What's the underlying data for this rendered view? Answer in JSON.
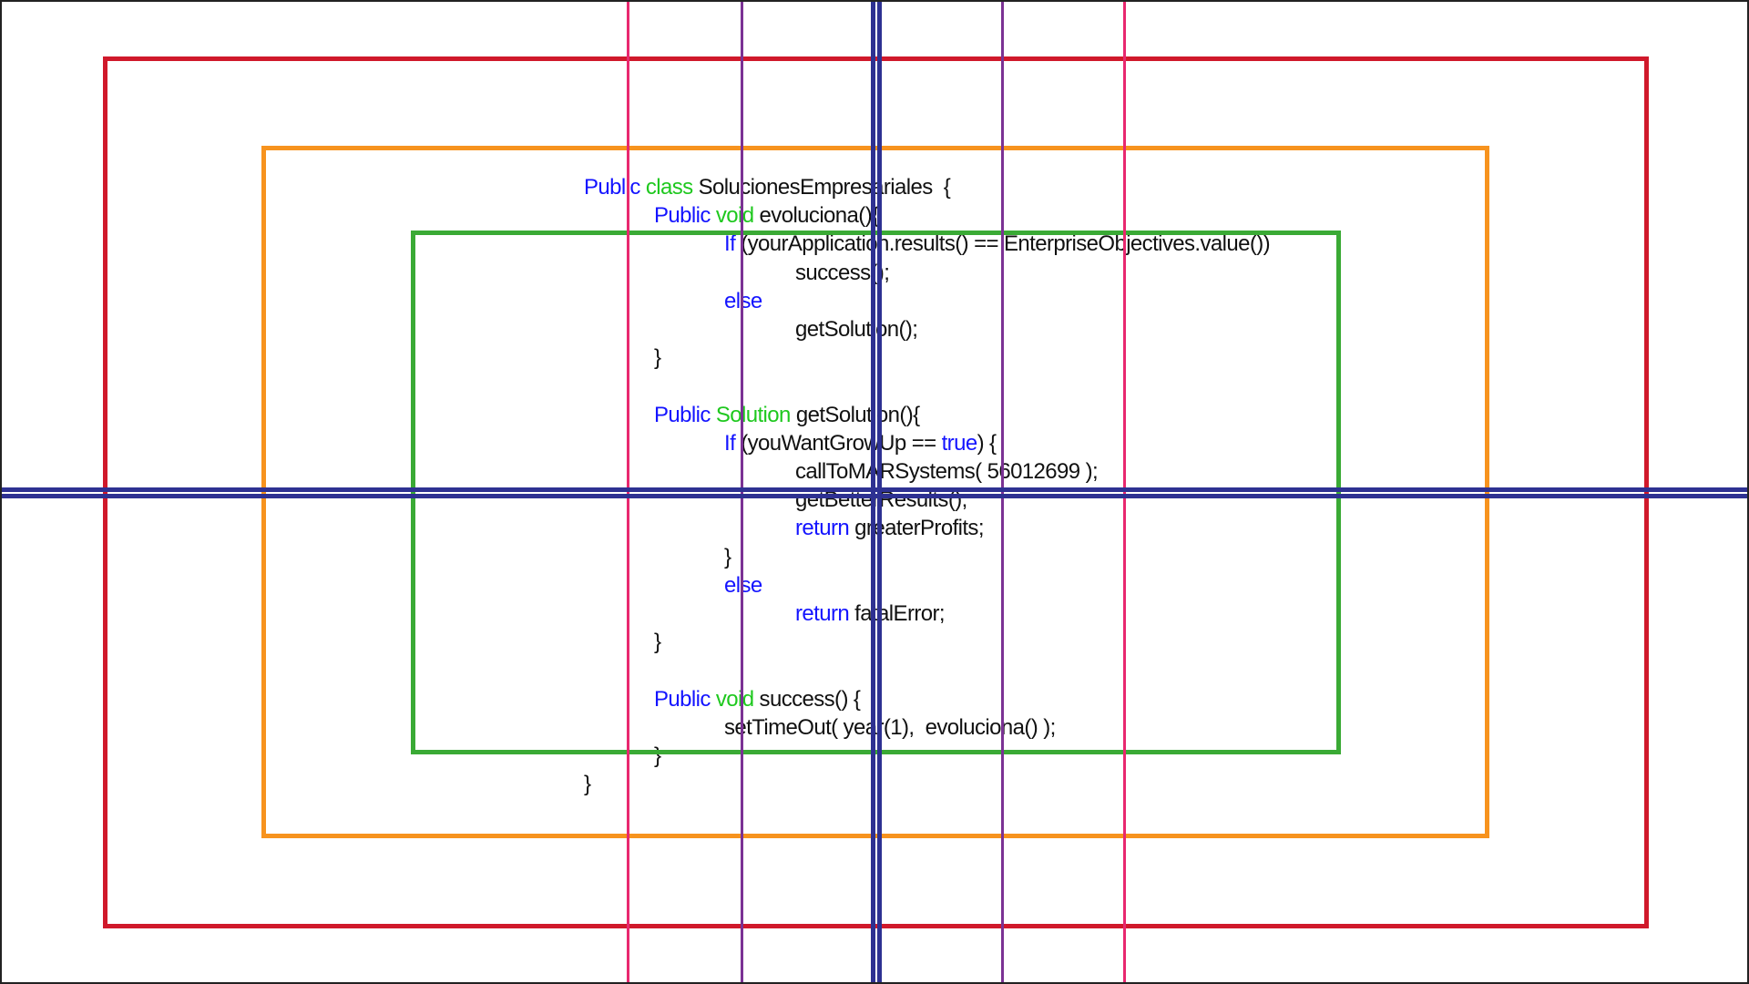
{
  "colors": {
    "keyword_blue": "#1414ff",
    "type_green": "#1ec81e",
    "text": "#111111",
    "outer_frame": "#d0192b",
    "middle_frame": "#f7931e",
    "inner_frame": "#3aaa35",
    "pink_guides": "#e8286f",
    "purple_guides": "#7b3294",
    "navy_axes": "#2e3192"
  },
  "code_lines": [
    {
      "indent": 0,
      "segments": [
        {
          "t": "Public",
          "c": "keyword_blue"
        },
        {
          "t": " class",
          "c": "type_green"
        },
        {
          "t": " SolucionesEmpresariales  {",
          "c": "text"
        }
      ]
    },
    {
      "indent": 1,
      "segments": [
        {
          "t": "Public",
          "c": "keyword_blue"
        },
        {
          "t": " void",
          "c": "type_green"
        },
        {
          "t": " evoluciona(){",
          "c": "text"
        }
      ]
    },
    {
      "indent": 2,
      "segments": [
        {
          "t": "If",
          "c": "keyword_blue"
        },
        {
          "t": " (yourApplication.results() == EnterpriseObjectives.value())",
          "c": "text"
        }
      ]
    },
    {
      "indent": 3,
      "segments": [
        {
          "t": "success();",
          "c": "text"
        }
      ]
    },
    {
      "indent": 2,
      "segments": [
        {
          "t": "else",
          "c": "keyword_blue"
        }
      ]
    },
    {
      "indent": 3,
      "segments": [
        {
          "t": "getSolution();",
          "c": "text"
        }
      ]
    },
    {
      "indent": 1,
      "segments": [
        {
          "t": "}",
          "c": "text"
        }
      ]
    },
    {
      "indent": 0,
      "segments": []
    },
    {
      "indent": 1,
      "segments": [
        {
          "t": "Public",
          "c": "keyword_blue"
        },
        {
          "t": " Solution",
          "c": "type_green"
        },
        {
          "t": " getSolution(){",
          "c": "text"
        }
      ]
    },
    {
      "indent": 2,
      "segments": [
        {
          "t": "If",
          "c": "keyword_blue"
        },
        {
          "t": " (youWantGrowUp == ",
          "c": "text"
        },
        {
          "t": "true",
          "c": "keyword_blue"
        },
        {
          "t": ") {",
          "c": "text"
        }
      ]
    },
    {
      "indent": 3,
      "segments": [
        {
          "t": "callToMARSystems( 56012699 );",
          "c": "text"
        }
      ]
    },
    {
      "indent": 3,
      "segments": [
        {
          "t": "getBetterResults();",
          "c": "text"
        }
      ]
    },
    {
      "indent": 3,
      "segments": [
        {
          "t": "return",
          "c": "keyword_blue"
        },
        {
          "t": " greaterProfits;",
          "c": "text"
        }
      ]
    },
    {
      "indent": 2,
      "segments": [
        {
          "t": "}",
          "c": "text"
        }
      ]
    },
    {
      "indent": 2,
      "segments": [
        {
          "t": "else",
          "c": "keyword_blue"
        }
      ]
    },
    {
      "indent": 3,
      "segments": [
        {
          "t": "return",
          "c": "keyword_blue"
        },
        {
          "t": " fatalError;",
          "c": "text"
        }
      ]
    },
    {
      "indent": 1,
      "segments": [
        {
          "t": "}",
          "c": "text"
        }
      ]
    },
    {
      "indent": 0,
      "segments": []
    },
    {
      "indent": 1,
      "segments": [
        {
          "t": "Public",
          "c": "keyword_blue"
        },
        {
          "t": " void",
          "c": "type_green"
        },
        {
          "t": " success() {",
          "c": "text"
        }
      ]
    },
    {
      "indent": 2,
      "segments": [
        {
          "t": "setTimeOut( year(1),  evoluciona() );",
          "c": "text"
        }
      ]
    },
    {
      "indent": 1,
      "segments": [
        {
          "t": "}",
          "c": "text"
        }
      ]
    },
    {
      "indent": 0,
      "segments": [
        {
          "t": "}",
          "c": "text"
        }
      ]
    }
  ]
}
